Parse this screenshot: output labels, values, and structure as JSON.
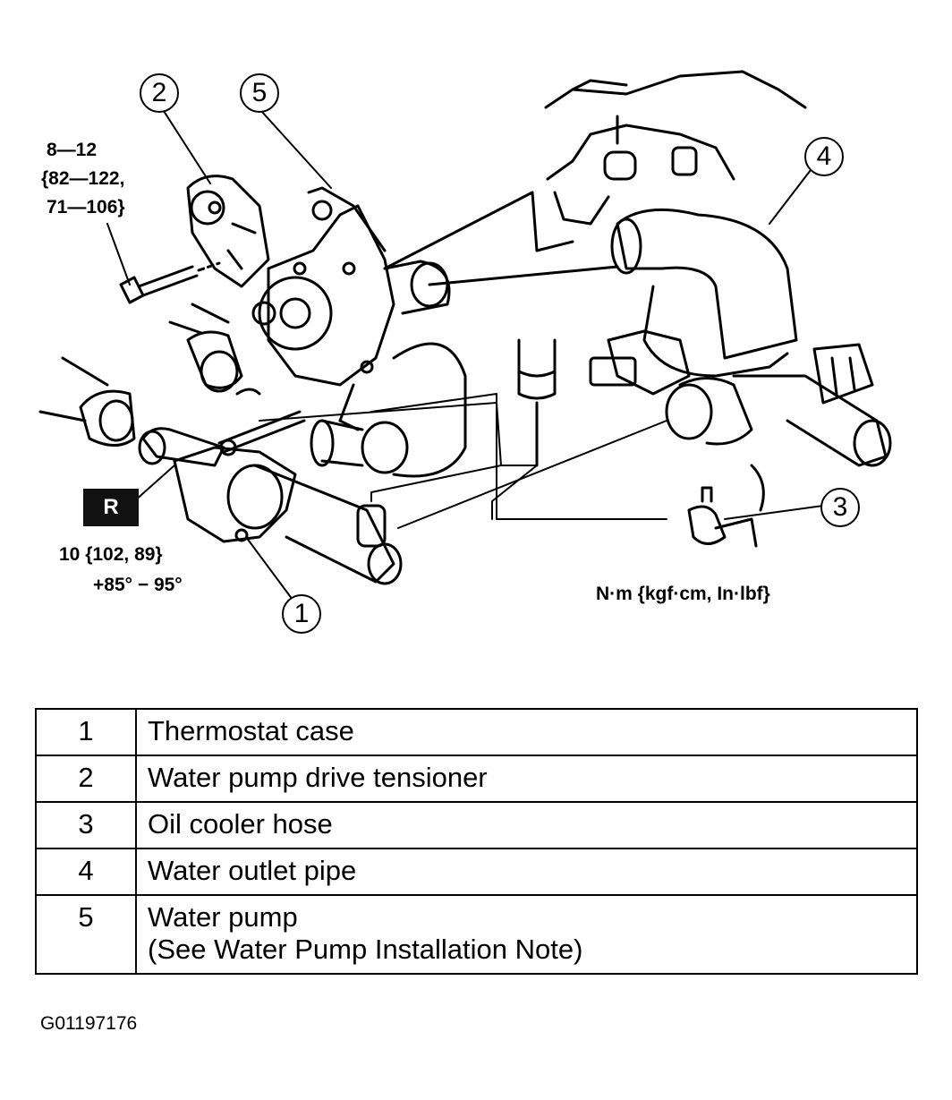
{
  "diagram": {
    "callouts": [
      "1",
      "2",
      "3",
      "4",
      "5"
    ],
    "torque_tensioner": [
      "8—12",
      "{82—122,",
      "71—106}"
    ],
    "torque_thermostat": [
      "10 {102, 89}",
      "+85° − 95°"
    ],
    "badge": "R",
    "units": "N·m {kgf·cm, In·lbf}"
  },
  "legend": {
    "rows": [
      {
        "num": "1",
        "lines": [
          "Thermostat case"
        ]
      },
      {
        "num": "2",
        "lines": [
          "Water pump drive tensioner"
        ]
      },
      {
        "num": "3",
        "lines": [
          "Oil cooler hose"
        ]
      },
      {
        "num": "4",
        "lines": [
          "Water outlet pipe"
        ]
      },
      {
        "num": "5",
        "lines": [
          "Water pump",
          "(See  Water Pump Installation Note)"
        ]
      }
    ]
  },
  "figure_id": "G01197176"
}
